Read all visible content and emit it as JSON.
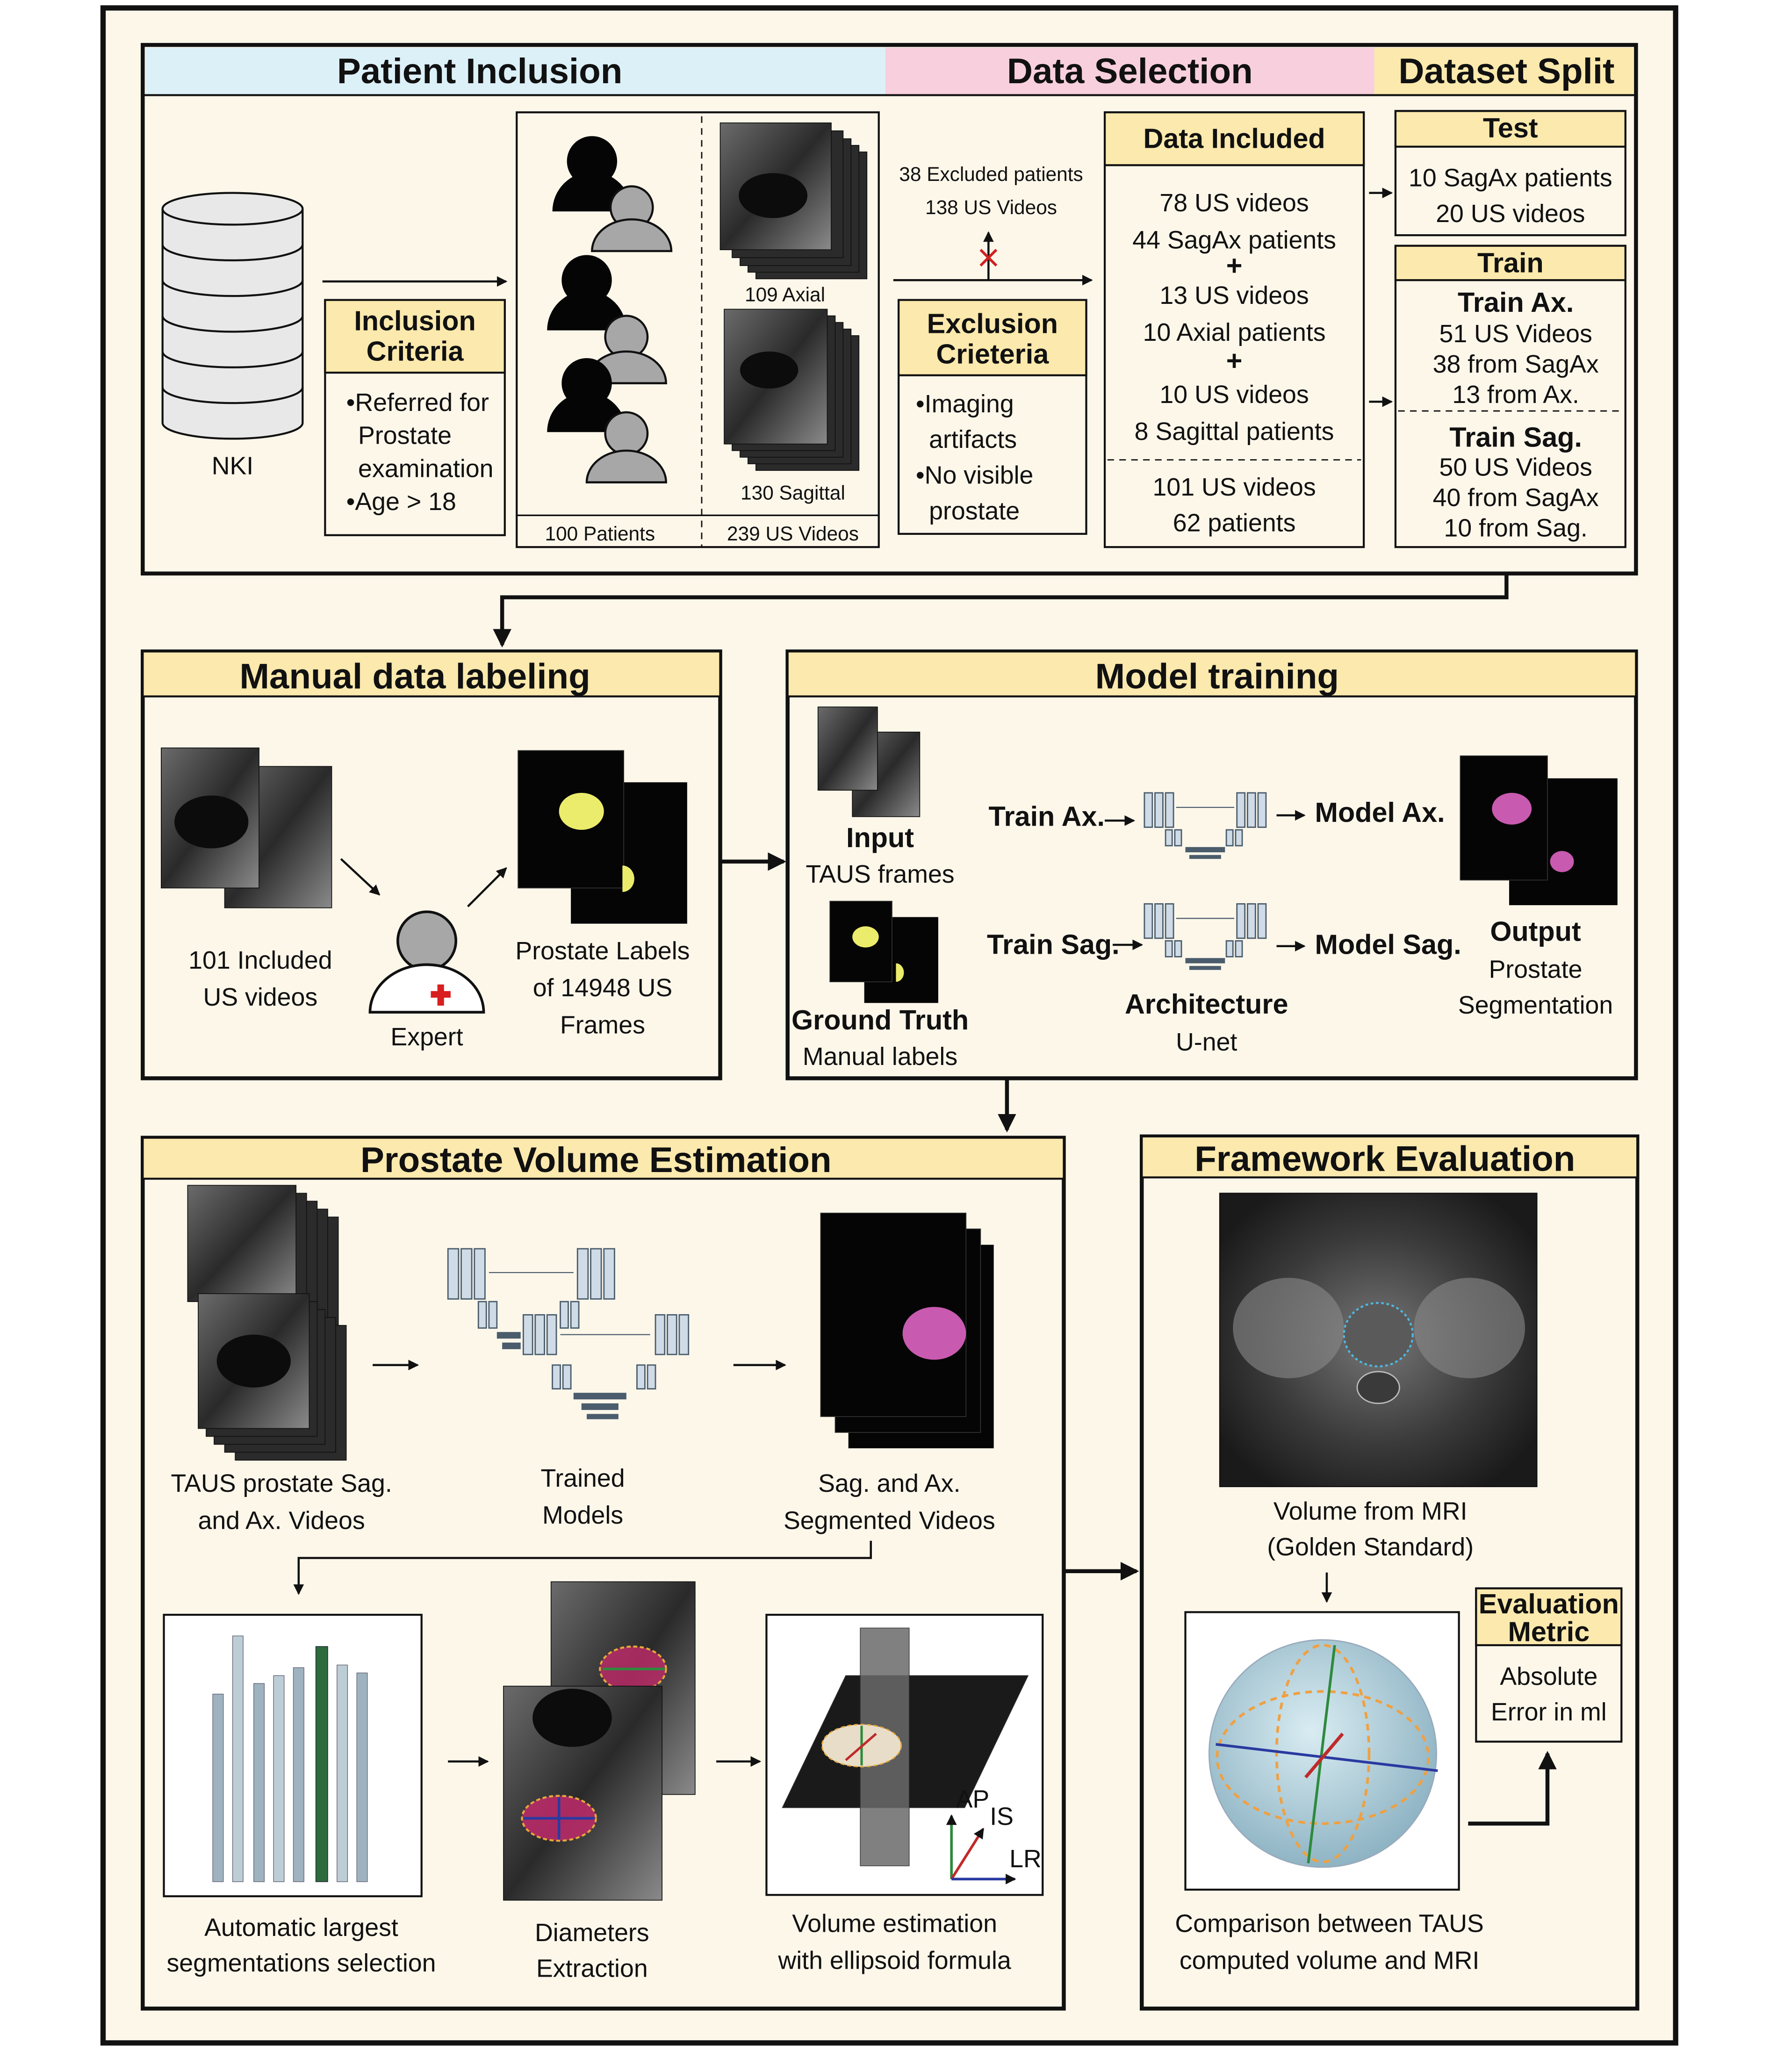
{
  "colors": {
    "outer_bg": "#fdf7ea",
    "header_yellow": "#fbe9ad",
    "patient_inclusion_bg": "#dcf0f8",
    "data_selection_bg": "#f8cfdc",
    "prostate_label_yellow": "#ecec6c",
    "segmentation_magenta": "#c85ab0",
    "mri_contour": "#4fb8e0",
    "excluded_x": "#d02020",
    "expert_cross": "#d81e1e"
  },
  "patient_inclusion": {
    "title": "Patient Inclusion",
    "nki": "NKI",
    "criteria_title_1": "Inclusion",
    "criteria_title_2": "Criteria",
    "criteria": [
      "•Referred for",
      "Prostate",
      "examination",
      "•Age > 18"
    ],
    "axial_label": "109 Axial",
    "sagittal_label": "130 Sagittal",
    "patients_label": "100 Patients",
    "videos_label": "239 US Videos"
  },
  "data_selection": {
    "title": "Data Selection",
    "excluded_line_1": "38 Excluded patients",
    "excluded_line_2": "138 US Videos",
    "exclusion_title_1": "Exclusion",
    "exclusion_title_2": "Crieteria",
    "exclusion_items": [
      "•Imaging",
      "artifacts",
      "•No visible",
      "prostate"
    ],
    "included_title": "Data Included",
    "included_lines": [
      "78 US videos",
      "44 SagAx patients",
      "+",
      "13 US videos",
      "10 Axial patients",
      "+",
      "10 US videos",
      "8 Sagittal patients"
    ],
    "included_total": [
      "101 US videos",
      "62 patients"
    ]
  },
  "dataset_split": {
    "title": "Dataset Split",
    "test_title": "Test",
    "test_lines": [
      "10 SagAx patients",
      "20 US videos"
    ],
    "train_title": "Train",
    "train_ax_title": "Train Ax.",
    "train_ax_lines": [
      "51 US Videos",
      "38 from SagAx",
      "13 from Ax."
    ],
    "train_sag_title": "Train Sag.",
    "train_sag_lines": [
      "50 US Videos",
      "40 from SagAx",
      "10 from Sag."
    ]
  },
  "manual_labeling": {
    "title": "Manual data labeling",
    "included_videos": [
      "101 Included",
      "US videos"
    ],
    "expert": "Expert",
    "labels": [
      "Prostate Labels",
      "of 14948 US",
      "Frames"
    ]
  },
  "model_training": {
    "title": "Model training",
    "input_title": "Input",
    "input_sub": "TAUS frames",
    "gt_title": "Ground Truth",
    "gt_sub": "Manual labels",
    "train_ax": "Train Ax.",
    "train_sag": "Train Sag.",
    "model_ax": "Model Ax.",
    "model_sag": "Model Sag.",
    "arch_title": "Architecture",
    "arch_sub": "U-net",
    "output_title": "Output",
    "output_sub": [
      "Prostate",
      "Segmentation"
    ]
  },
  "volume_estimation": {
    "title": "Prostate Volume Estimation",
    "taus_videos": [
      "TAUS prostate Sag.",
      "and Ax. Videos"
    ],
    "trained_models": [
      "Trained",
      "Models"
    ],
    "segmented_videos": [
      "Sag. and Ax.",
      "Segmented Videos"
    ],
    "auto_selection": [
      "Automatic largest",
      "segmentations selection"
    ],
    "diameters": [
      "Diameters",
      "Extraction"
    ],
    "volume": [
      "Volume estimation",
      "with ellipsoid formula"
    ],
    "axes": {
      "ap": "AP",
      "is": "IS",
      "lr": "LR"
    }
  },
  "framework_evaluation": {
    "title": "Framework Evaluation",
    "mri_caption": [
      "Volume from MRI",
      "(Golden Standard)"
    ],
    "metric_title": [
      "Evaluation",
      "Metric"
    ],
    "metric_body": [
      "Absolute",
      "Error in ml"
    ],
    "comparison": [
      "Comparison between TAUS",
      "computed volume and MRI"
    ]
  }
}
